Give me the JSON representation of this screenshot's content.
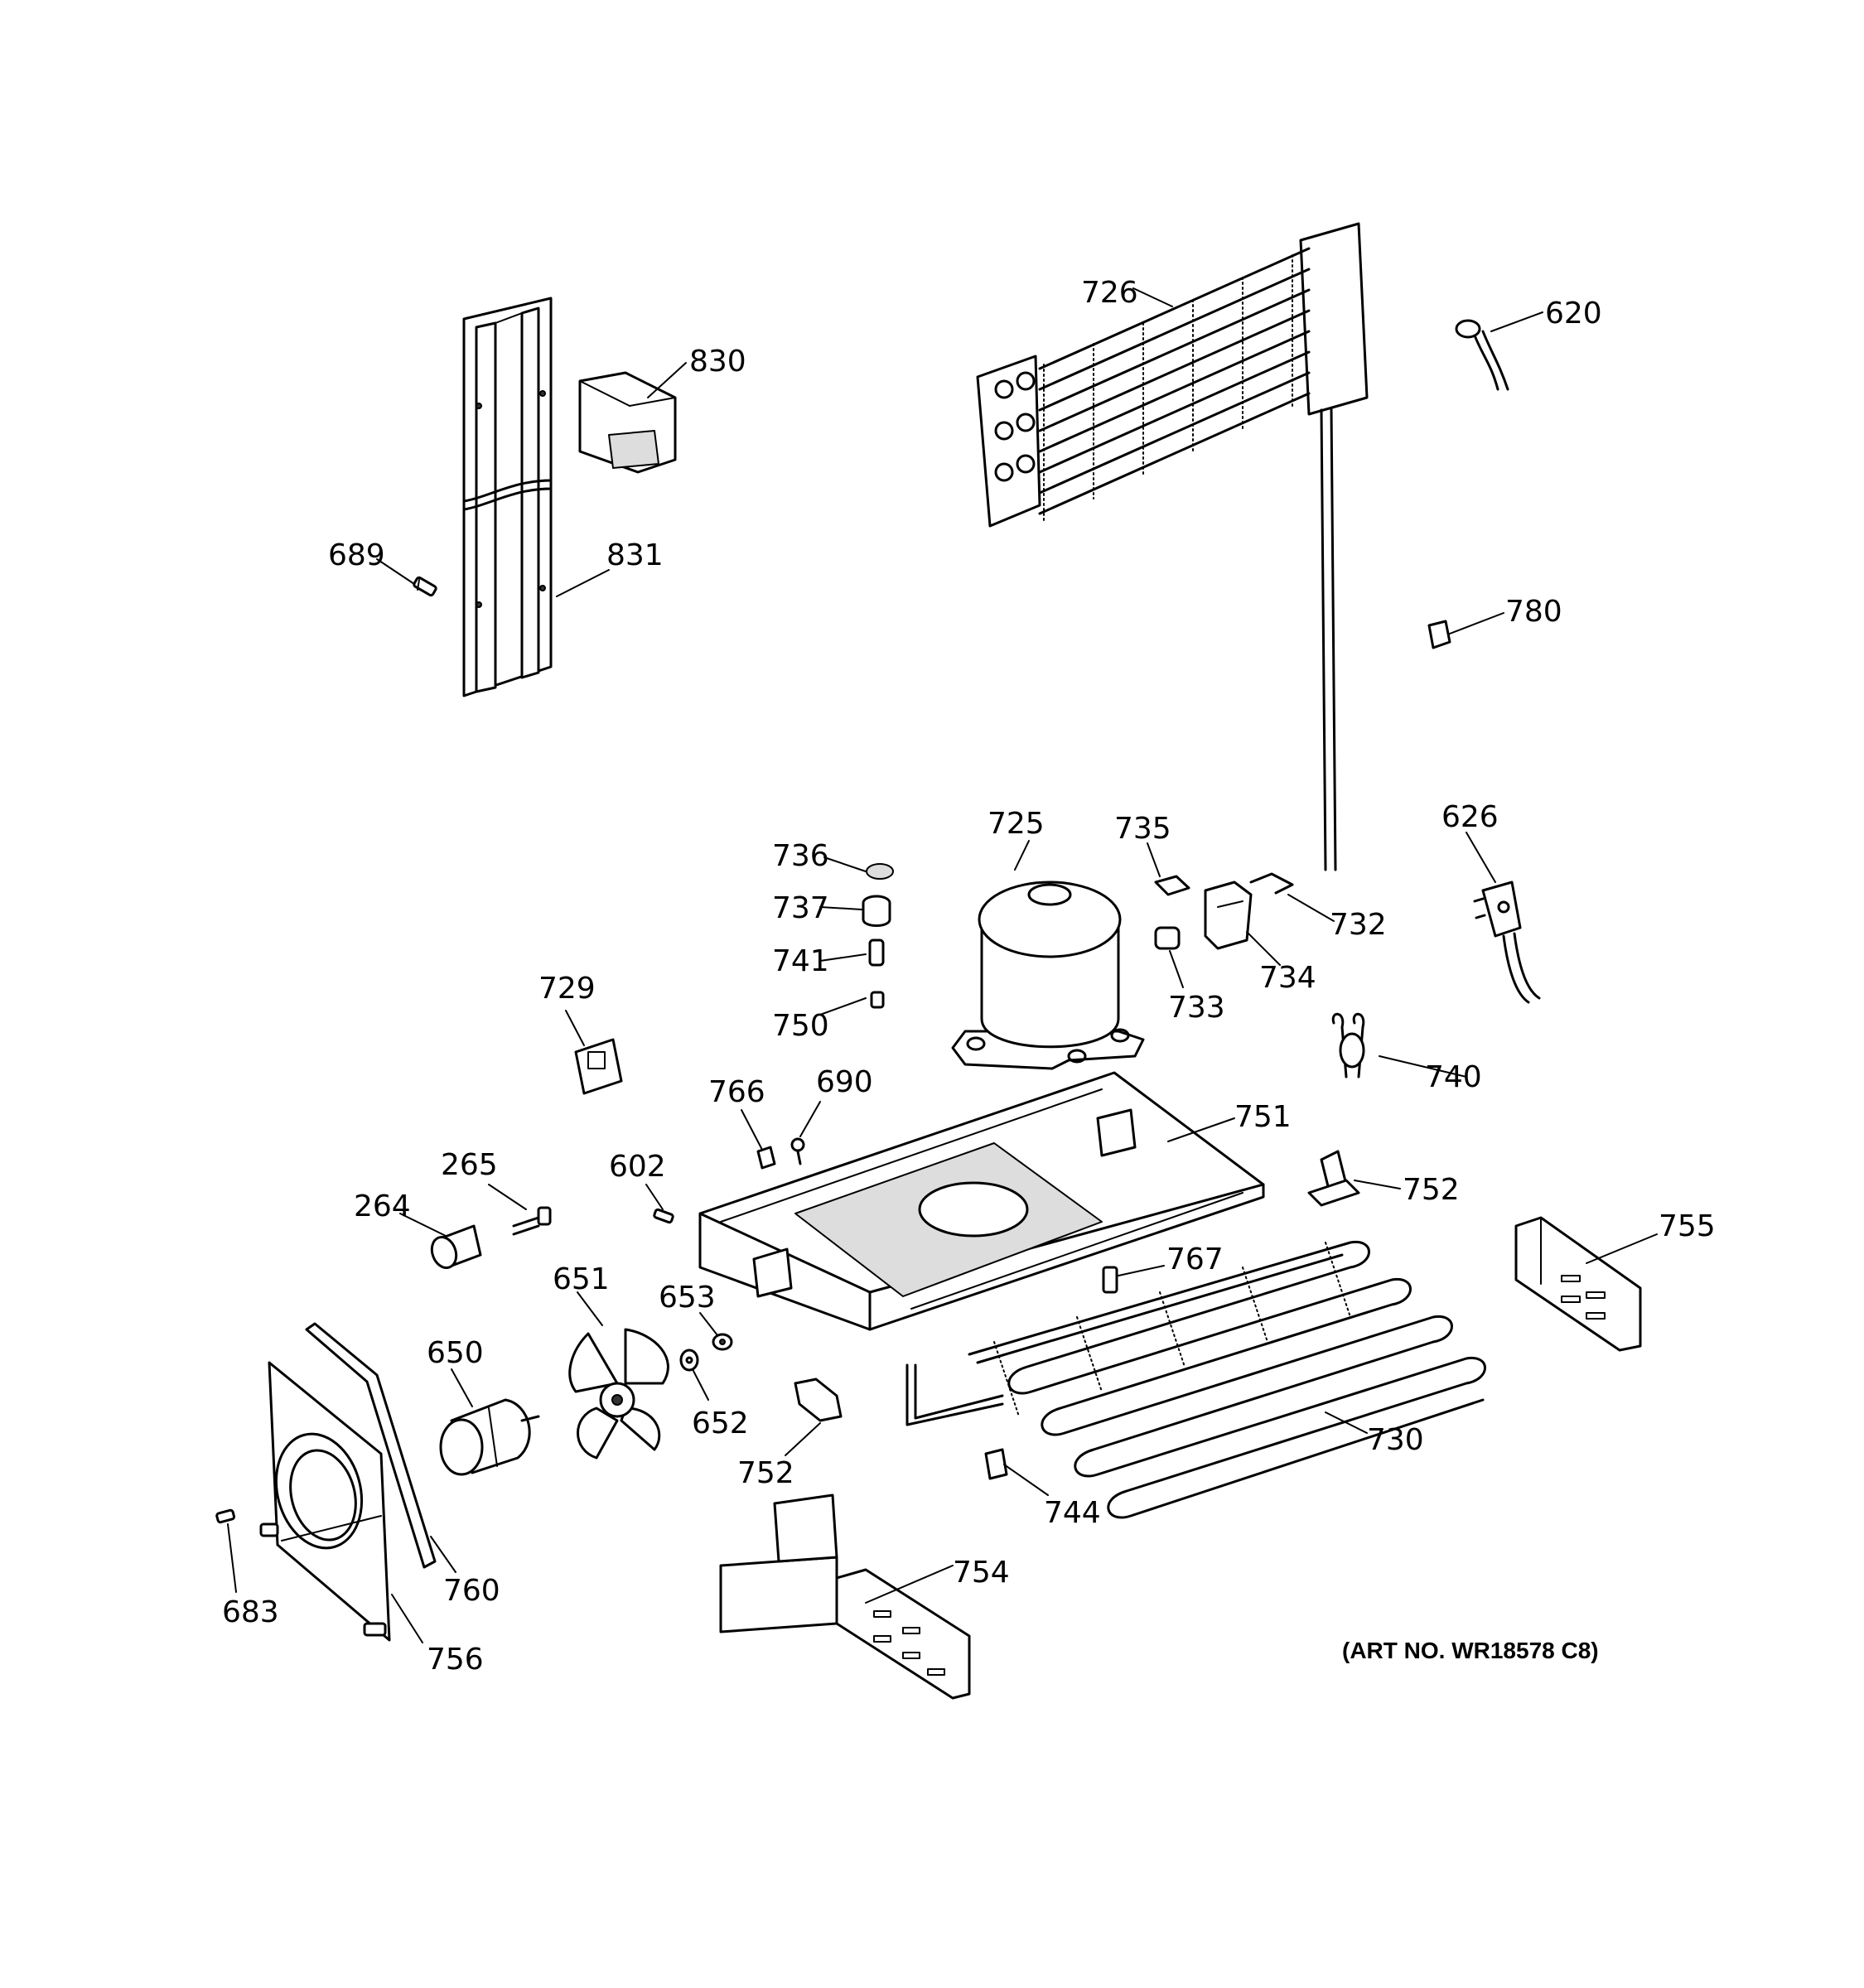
{
  "parts": {
    "p830": "830",
    "p831": "831",
    "p689": "689",
    "p726": "726",
    "p620": "620",
    "p780": "780",
    "p626": "626",
    "p725": "725",
    "p735": "735",
    "p732": "732",
    "p734": "734",
    "p733": "733",
    "p736": "736",
    "p737": "737",
    "p741": "741",
    "p750": "750",
    "p729": "729",
    "p766": "766",
    "p690": "690",
    "p751": "751",
    "p740": "740",
    "p752a": "752",
    "p755": "755",
    "p265": "265",
    "p264": "264",
    "p602": "602",
    "p767": "767",
    "p651": "651",
    "p653": "653",
    "p650": "650",
    "p652": "652",
    "p730": "730",
    "p752b": "752",
    "p744": "744",
    "p683": "683",
    "p760": "760",
    "p756": "756",
    "p754": "754"
  },
  "art_number": "(ART NO. WR18578 C8)"
}
